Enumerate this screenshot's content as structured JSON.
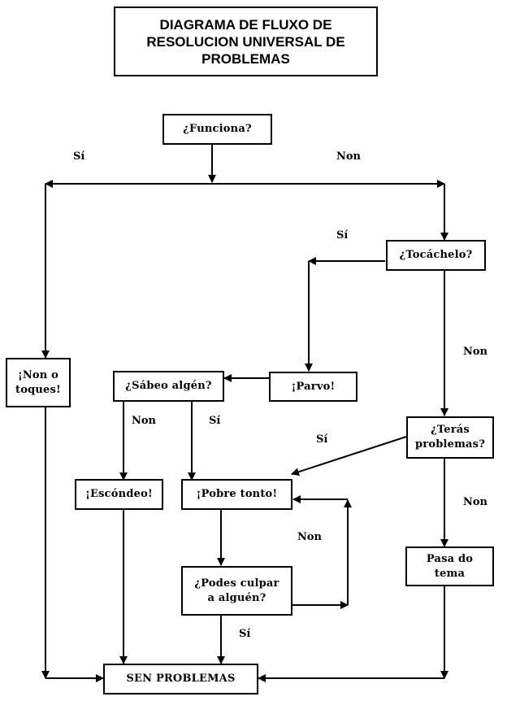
{
  "title": "DIAGRAMA DE FLUXO DE\nRESOLUCION UNIVERSAL DE\nPROBLEMAS",
  "nodes": {
    "funciona": "¿Funciona?",
    "tocachelo": "¿Tocáchelo?",
    "non_o_toques": "¡Non o toques!",
    "sabeo_algen": "¿Sábeo algén?",
    "parvo": "¡Parvo!",
    "teras_problemas": "¿Terás problemas?",
    "escondeo": "¡Escóndeo!",
    "pobre_tonto": "¡Pobre tonto!",
    "podes_culpar": "¿Podes culpar a alguén?",
    "pasa_do_tema": "Pasa do tema",
    "sen_problemas": "SEN PROBLEMAS"
  },
  "edge_labels": {
    "funciona_si": "Sí",
    "funciona_non": "Non",
    "tocachelo_si": "Sí",
    "tocachelo_non": "Non",
    "sabeo_non": "Non",
    "sabeo_si": "Sí",
    "teras_si": "Sí",
    "teras_non": "Non",
    "culpar_non": "Non",
    "culpar_si": "Sí"
  }
}
